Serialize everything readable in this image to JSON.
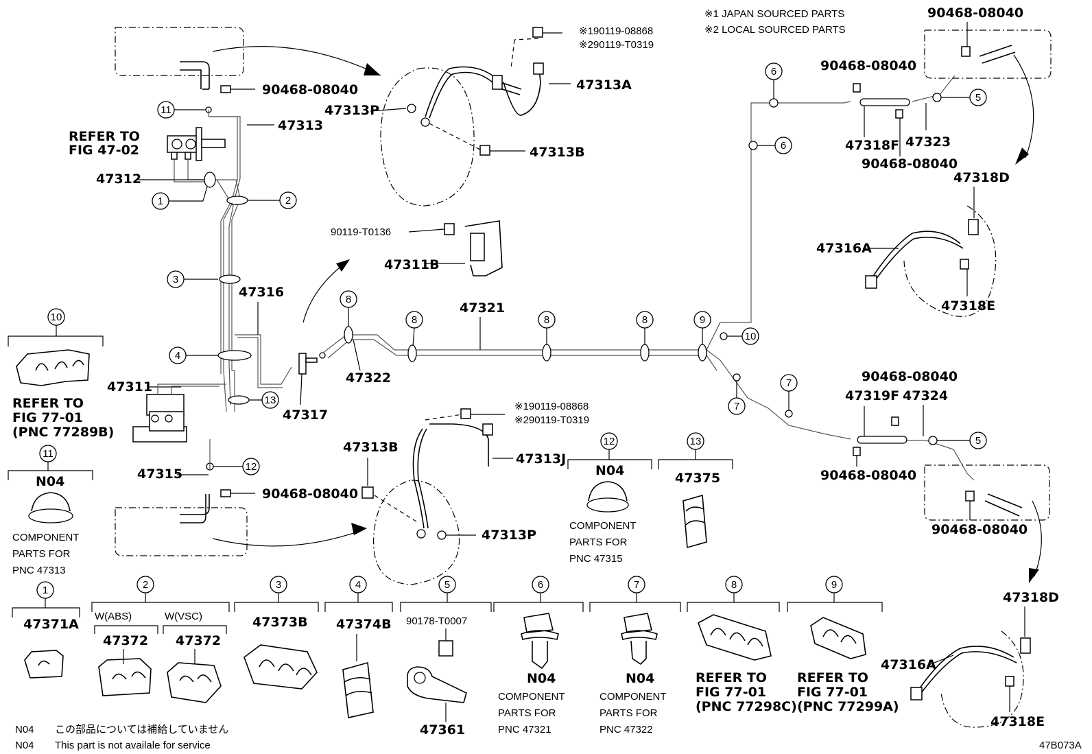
{
  "notes": {
    "japan": "※1 JAPAN SOURCED PARTS",
    "local": "※2 LOCAL SOURCED PARTS"
  },
  "labels": {
    "p90468_a": "90468-08040",
    "p11": "11",
    "p47313": "47313",
    "refer_a1": "REFER TO",
    "refer_a2": "FIG 47-02",
    "p47312": "47312",
    "c1": "1",
    "c2": "2",
    "c3": "3",
    "p47316": "47316",
    "c4": "4",
    "p47311": "47311",
    "c13": "13",
    "p47317": "47317",
    "p47322": "47322",
    "p47315": "47315",
    "c12": "12",
    "p90468_b": "90468-08040",
    "p47313P_top": "47313P",
    "p47313A": "47313A",
    "p47313B_top": "47313B",
    "p90119_j1": "※190119-08868",
    "p90119_l1": "※290119-T0319",
    "p90119_t0136": "90119-T0136",
    "p47311B": "47311B",
    "p47321": "47321",
    "c8a": "8",
    "c8b": "8",
    "c8c": "8",
    "c8d": "8",
    "c9": "9",
    "c10": "10",
    "c6a": "6",
    "c6b": "6",
    "p90468_c": "90468-08040",
    "p47318F": "47318F",
    "p47323": "47323",
    "p90468_d": "90468-08040",
    "c5a": "5",
    "p90468_e": "90468-08040",
    "p47318D_top": "47318D",
    "p47316A_top": "47316A",
    "p47318E_top": "47318E",
    "c7a": "7",
    "c7b": "7",
    "p90468_f": "90468-08040",
    "p47319F": "47319F",
    "p47324": "47324",
    "p90468_g": "90468-08040",
    "c5b": "5",
    "p90468_h": "90468-08040",
    "p47318D_bot": "47318D",
    "p47316A_bot": "47316A",
    "p47318E_bot": "47318E",
    "p47313B_bot": "47313B",
    "p47313J": "47313J",
    "p47313P_bot": "47313P",
    "p90119_j2": "※190119-08868",
    "p90119_l2": "※290119-T0319",
    "ft_doc": "47B073A"
  },
  "components": {
    "k10": {
      "num": "10",
      "l1": "REFER TO",
      "l2": "FIG 77-01",
      "l3": "(PNC 77289B)"
    },
    "k11": {
      "num": "11",
      "code": "N04",
      "l1": "COMPONENT",
      "l2": "PARTS FOR",
      "l3": "PNC 47313"
    },
    "k12": {
      "num": "12",
      "code": "N04",
      "l1": "COMPONENT",
      "l2": "PARTS FOR",
      "l3": "PNC 47315"
    },
    "k13": {
      "num": "13",
      "part": "47375"
    },
    "k1": {
      "num": "1",
      "part": "47371A"
    },
    "k2": {
      "num": "2",
      "abs": "W(ABS)",
      "vsc": "W(VSC)",
      "part_abs": "47372",
      "part_vsc": "47372"
    },
    "k3": {
      "num": "3",
      "part": "47373B"
    },
    "k4": {
      "num": "4",
      "part": "47374B"
    },
    "k5": {
      "num": "5",
      "sub": "90178-T0007",
      "part": "47361"
    },
    "k6": {
      "num": "6",
      "code": "N04",
      "l1": "COMPONENT",
      "l2": "PARTS FOR",
      "l3": "PNC 47321"
    },
    "k7": {
      "num": "7",
      "code": "N04",
      "l1": "COMPONENT",
      "l2": "PARTS FOR",
      "l3": "PNC 47322"
    },
    "k8": {
      "num": "8",
      "l1": "REFER TO",
      "l2": "FIG 77-01",
      "l3": "(PNC 77298C)"
    },
    "k9": {
      "num": "9",
      "l1": "REFER TO",
      "l2": "FIG 77-01",
      "l3": "(PNC 77299A)"
    }
  },
  "footnote": {
    "code1": "N04",
    "jp": "この部品については補給していません",
    "code2": "N04",
    "en": "This part is not availale for service"
  }
}
